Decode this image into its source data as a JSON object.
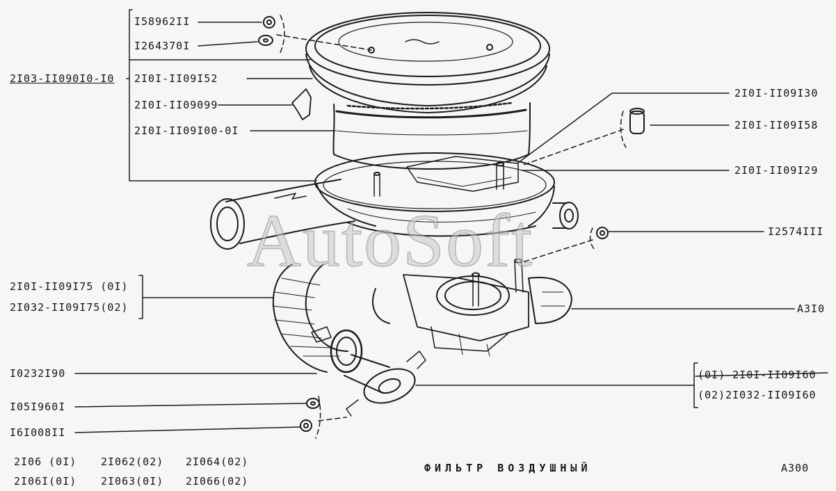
{
  "labels": {
    "l1": "I58962II",
    "l2": "I264370I",
    "l3": "2I03-II090I0-I0",
    "l4": "2I0I-II09I52",
    "l5": "2I0I-II09099",
    "l6": "2I0I-II09I00-0I",
    "l7": "2I0I-II09I30",
    "l8": "2I0I-II09I58",
    "l9": "2I0I-II09I29",
    "l10": "I2574III",
    "l11": "A3I0",
    "l12a": "2I0I-II09I75 (0I)",
    "l12b": "2I032-II09I75(02)",
    "l13": "I0232I90",
    "l14a_prefix": "(0I)",
    "l14a_part": "2I0I-II09I60",
    "l14b": "(02)2I032-II09I60",
    "l15": "I05I960I",
    "l16": "I6I008II"
  },
  "models": [
    "2I06 (0I)",
    "2I062(02)",
    "2I064(02)",
    "2I06I(0I)",
    "2I063(0I)",
    "2I066(02)"
  ],
  "title": "ФИЛЬТР  ВОЗДУШНЫЙ",
  "page_code": "A300",
  "watermark": "AutoSoft"
}
